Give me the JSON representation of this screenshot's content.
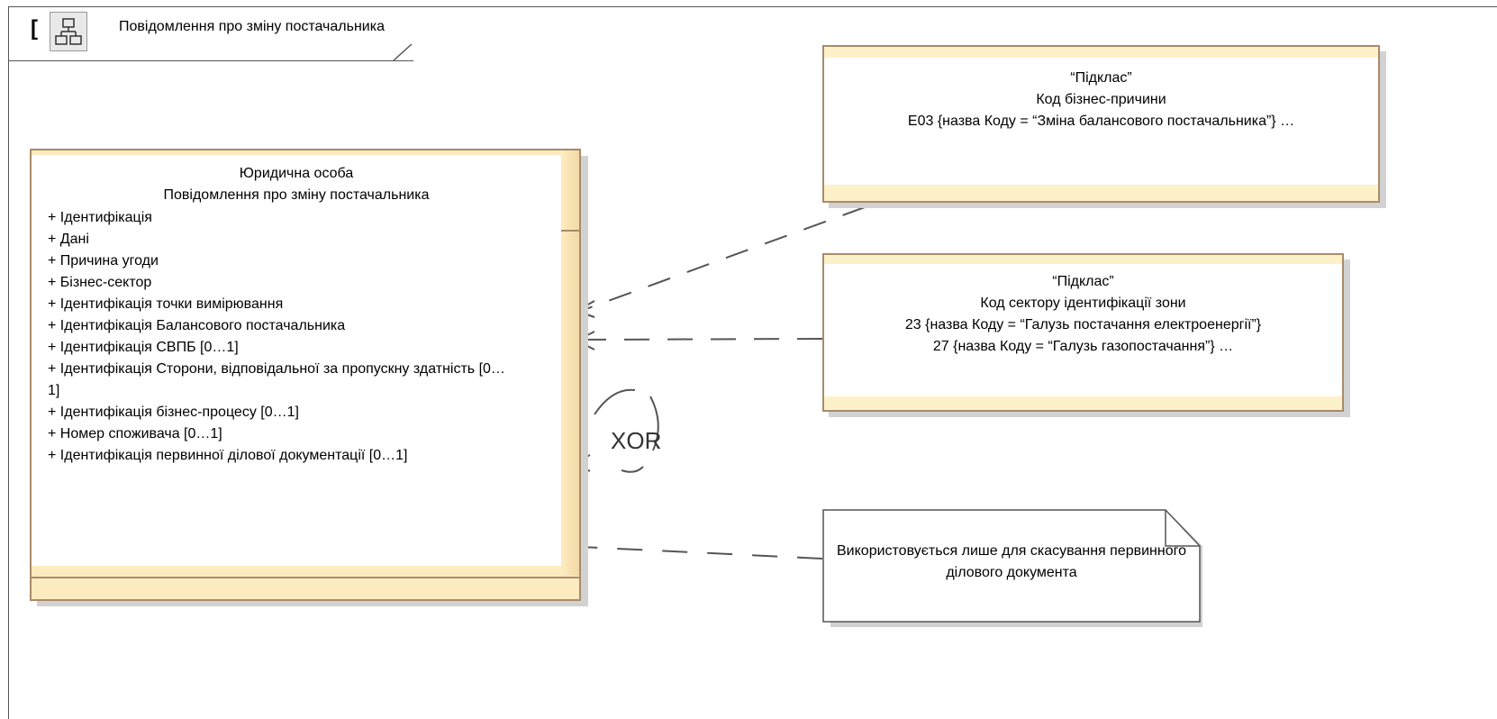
{
  "frame": {
    "bracket": "[",
    "icon": "class-diagram-icon",
    "title": "Повідомлення про зміну постачальника"
  },
  "main_class": {
    "stereotype": "Юридична особа",
    "name": "Повідомлення про зміну постачальника",
    "attributes": [
      "+ Ідентифікація",
      "+ Дані",
      "+ Причина угоди",
      "+ Бізнес-сектор",
      "+ Ідентифікація точки вимірювання",
      "+ Ідентифікація Балансового постачальника",
      "+ Ідентифікація СВПБ [0…1]",
      "+ Ідентифікація Сторони, відповідальної за пропускну здатність [0…1]",
      "+ Ідентифікація бізнес-процесу [0…1]",
      "+ Номер споживача [0…1]",
      "+ Ідентифікація первинної ділової документації [0…1]"
    ]
  },
  "class_reason": {
    "stereotype": "“Підклас”",
    "name": "Код бізнес-причини",
    "values": [
      "E03 {назва Коду = “Зміна балансового постачальника”} …"
    ]
  },
  "class_sector": {
    "stereotype": "“Підклас”",
    "name": "Код сектору ідентифікації зони",
    "values": [
      "23 {назва Коду = “Галузь постачання електроенергії”}",
      "27 {назва Коду = “Галузь газопостачання”} …"
    ]
  },
  "xor_label": "XOR",
  "note": {
    "icon": "note-icon",
    "text": "Використовується лише для скасування первинного ділового документа"
  },
  "colors": {
    "border": "#a98b6a",
    "fill": "#fdebc0",
    "line": "#555555"
  }
}
